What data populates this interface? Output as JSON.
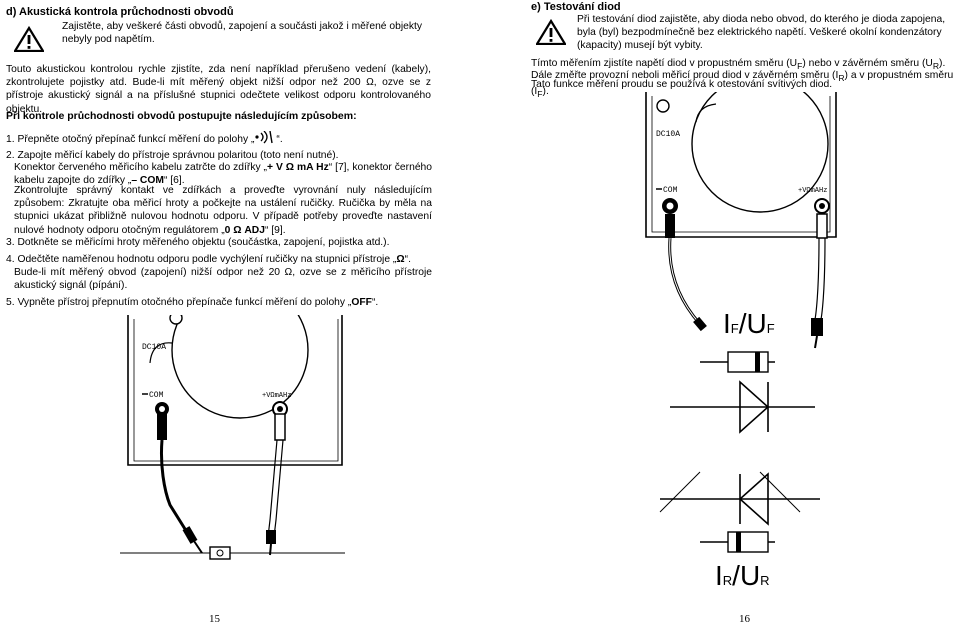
{
  "left": {
    "section_title": "d) Akustická kontrola průchodnosti obvodů",
    "warning": "Zajistěte, aby veškeré části obvodů, zapojení a součásti jakož i měřené objekty nebyly pod napětím.",
    "intro": "Touto akustickou kontrolou rychle zjistíte, zda není například přerušeno vedení (kabely), zkontrolujete pojistky atd. Bude-li mít měřený objekt nižší odpor než 200 Ω, ozve se z přístroje akustický signál a na příslušné stupnici odečtete velikost odporu kontrolovaného objektu.",
    "procedure_title": "Při kontrole průchodnosti obvodů postupujte následujícím způsobem:",
    "step1_a": "1. Přepněte otočný přepínač funkcí měření do polohy „",
    "step1_b": "“.",
    "step2_a": "2. Zapojte měřicí kabely do přístroje správnou polaritou (toto není nutné).",
    "step2_b1": "Konektor červeného měřicího kabelu zatrčte do zdířky „",
    "step2_b_bold": "+ V Ω mA Hz",
    "step2_b2": "“ [7], konektor černého kabelu zapojte do zdířky „",
    "step2_b_com": "– COM",
    "step2_b3": "“ [6].",
    "step2_c1": "Zkontrolujte správný kontakt ve zdířkách a proveďte vyrovnání nuly následujícím způsobem: Zkratujte oba měřicí hroty a počkejte na ustálení ručičky. Ručička by měla na stupnici ukázat přibližně nulovou hodnotu odporu. V případě potřeby proveďte nastavení nulové hodnoty odporu otočným regulátorem „",
    "step2_c_bold": "0 Ω ADJ",
    "step2_c2": "“ [9].",
    "step3": "3. Dotkněte se měřicími hroty měřeného objektu (součástka, zapojení, pojistka atd.).",
    "step4_a1": "4. Odečtěte naměřenou hodnotu odporu podle vychýlení ručičky na stupnici přístroje „",
    "step4_a_bold": "Ω",
    "step4_a2": "“.",
    "step4_b": "Bude-li mít měřený obvod (zapojení) nižší odpor než 20 Ω, ozve se z měřicího přístroje akustický signál (pípání).",
    "step5_a": "5. Vypněte přístroj přepnutím otočného přepínače funkcí měření do polohy „",
    "step5_bold": "OFF",
    "step5_b": "“.",
    "fig": {
      "dc": "DC10A",
      "com": "COM",
      "v": "+VΩmAHz"
    },
    "page_number": "15"
  },
  "right": {
    "section_title": "e) Testování diod",
    "warning": "Při testování diod zajistěte, aby dioda nebo obvod, do kterého je dioda zapojena, byla (byl) bezpodmínečně bez elektrického napětí. Veškeré okolní kondenzátory (kapacity) musejí být vybity.",
    "line1_a": "Tímto měřením zjistíte napětí diod v propustném směru (U",
    "line1_sub1": "F",
    "line1_b": ") nebo v závěrném směru (U",
    "line1_sub2": "R",
    "line1_c": ").",
    "line2_a": "Dále změřte provozní neboli měřicí proud diod v závěrném směru (I",
    "line2_sub1": "R",
    "line2_b": ") a v propustném směru (I",
    "line2_sub2": "F",
    "line2_c": ").",
    "line3": "Tato funkce měření proudu se používá k otestování svítivých diod.",
    "fig": {
      "dc": "DC10A",
      "com": "COM",
      "v": "+VΩmAHz"
    },
    "label_forward_i": "I",
    "label_forward_isub": "F",
    "label_forward_slash": "/U",
    "label_forward_usub": "F",
    "label_reverse_i": "I",
    "label_reverse_isub": "R",
    "label_reverse_slash": "/U",
    "label_reverse_usub": "R",
    "page_number": "16"
  }
}
